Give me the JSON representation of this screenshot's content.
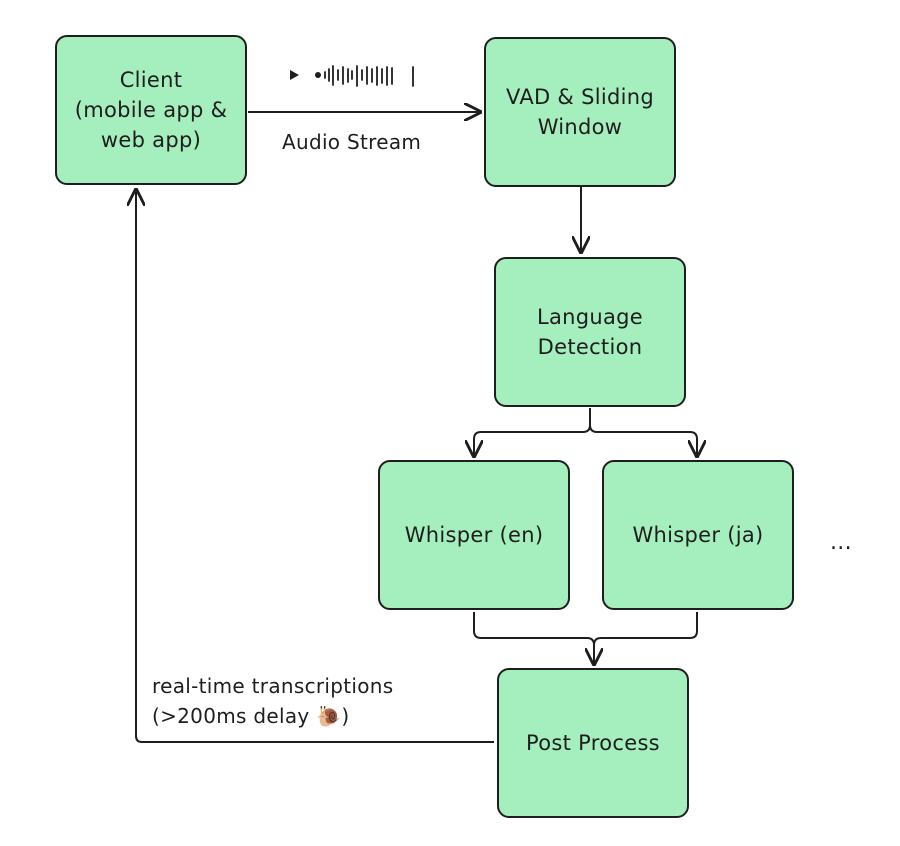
{
  "colors": {
    "node_fill": "#a5eebd",
    "stroke": "#1e1e1e",
    "background": "#ffffff"
  },
  "nodes": {
    "client": "Client\n(mobile app &\nweb app)",
    "vad": "VAD & Sliding\nWindow",
    "language_detection": "Language\nDetection",
    "whisper_en": "Whisper (en)",
    "whisper_ja": "Whisper (ja)",
    "post_process": "Post Process"
  },
  "edge_labels": {
    "audio_stream": "Audio Stream",
    "transcriptions": "real-time transcriptions\n(>200ms delay 🐌)",
    "more_models": "..."
  },
  "icons": {
    "audio_waveform": "play-waveform-icon"
  }
}
